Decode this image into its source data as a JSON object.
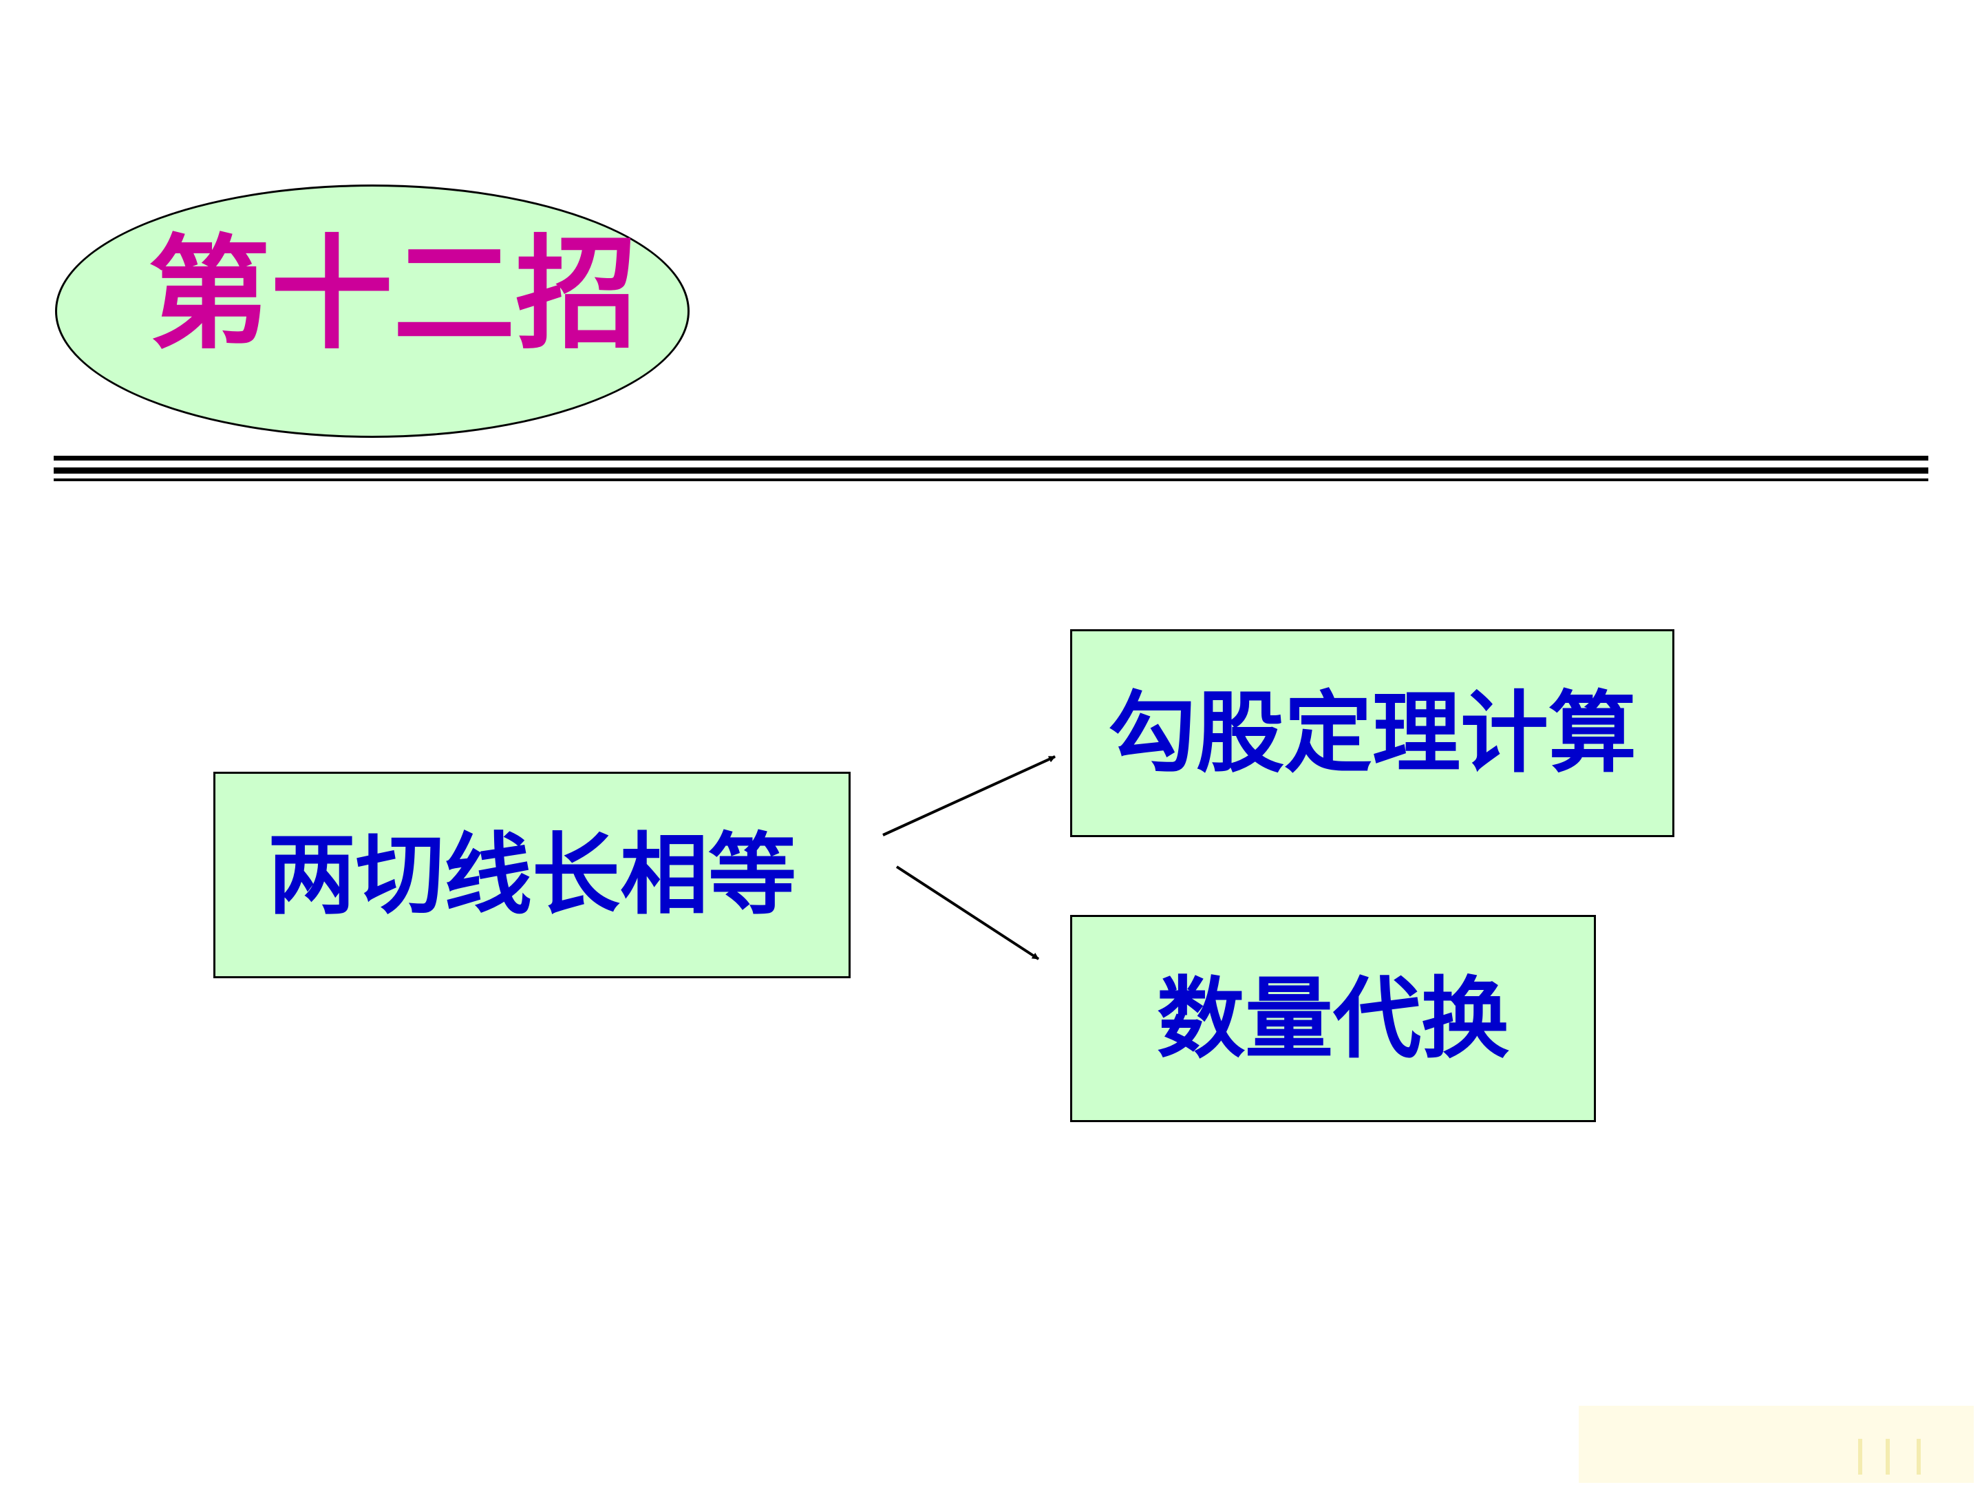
{
  "title": {
    "text": "第十二招",
    "color": "#cc0099",
    "ellipse_fill": "#ccffcc"
  },
  "diagram": {
    "box_fill": "#ccffcc",
    "label_color": "#0000cc",
    "source": {
      "label": "两切线长相等"
    },
    "targets": [
      {
        "label": "勾股定理计算"
      },
      {
        "label": "数量代换"
      }
    ]
  }
}
